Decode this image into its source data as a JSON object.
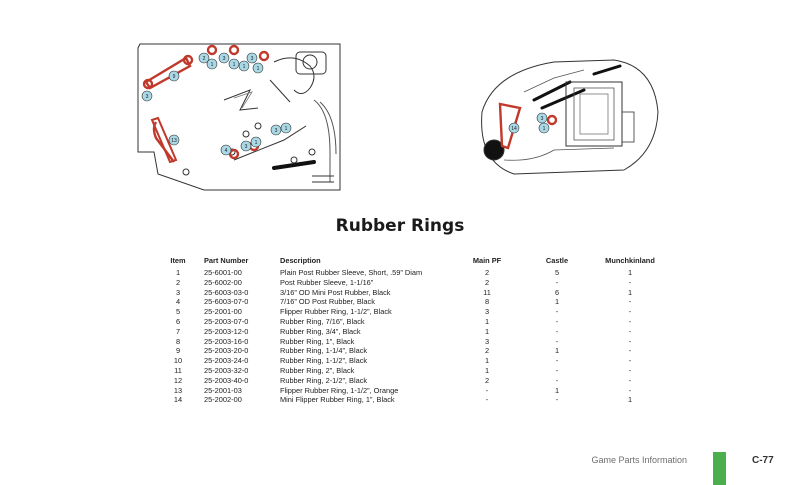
{
  "title": "Rubber Rings",
  "table": {
    "headers": {
      "item": "Item",
      "part_number": "Part Number",
      "description": "Description",
      "main_pf": "Main PF",
      "castle": "Castle",
      "munchkinland": "Munchkinland"
    },
    "rows": [
      {
        "item": "1",
        "part": "25-6001-00",
        "desc": "Plain Post Rubber Sleeve, Short, .59” Diam",
        "main": "2",
        "castle": "5",
        "munch": "1"
      },
      {
        "item": "2",
        "part": "25-6002-00",
        "desc": "Post Rubber Sleeve, 1-1/16”",
        "main": "2",
        "castle": "-",
        "munch": "-"
      },
      {
        "item": "3",
        "part": "25-6003-03-0",
        "desc": "3/16” OD Mini Post Rubber, Black",
        "main": "11",
        "castle": "6",
        "munch": "1"
      },
      {
        "item": "4",
        "part": "25-6003-07-0",
        "desc": "7/16” OD Post Rubber, Black",
        "main": "8",
        "castle": "1",
        "munch": "-"
      },
      {
        "item": "5",
        "part": "25-2001-00",
        "desc": "Flipper Rubber Ring, 1-1/2”, Black",
        "main": "3",
        "castle": "-",
        "munch": "-"
      },
      {
        "item": "6",
        "part": "25-2003-07-0",
        "desc": "Rubber Ring, 7/16”, Black",
        "main": "1",
        "castle": "-",
        "munch": "-"
      },
      {
        "item": "7",
        "part": "25-2003-12-0",
        "desc": "Rubber Ring, 3/4”, Black",
        "main": "1",
        "castle": "-",
        "munch": "-"
      },
      {
        "item": "8",
        "part": "25-2003-16-0",
        "desc": "Rubber Ring, 1”, Black",
        "main": "3",
        "castle": "-",
        "munch": "-"
      },
      {
        "item": "9",
        "part": "25-2003-20-0",
        "desc": "Rubber Ring, 1-1/4”, Black",
        "main": "2",
        "castle": "1",
        "munch": "-"
      },
      {
        "item": "10",
        "part": "25-2003-24-0",
        "desc": "Rubber Ring, 1-1/2”, Black",
        "main": "1",
        "castle": "-",
        "munch": "-"
      },
      {
        "item": "11",
        "part": "25-2003-32-0",
        "desc": "Rubber Ring, 2”, Black",
        "main": "1",
        "castle": "-",
        "munch": "-"
      },
      {
        "item": "12",
        "part": "25-2003-40-0",
        "desc": "Rubber Ring, 2-1/2”, Black",
        "main": "2",
        "castle": "-",
        "munch": "-"
      },
      {
        "item": "13",
        "part": "25-2001-03",
        "desc": "Flipper Rubber Ring, 1-1/2”, Orange",
        "main": "-",
        "castle": "1",
        "munch": "-"
      },
      {
        "item": "14",
        "part": "25-2002-00",
        "desc": "Mini Flipper Rubber Ring, 1”, Black",
        "main": "-",
        "castle": "-",
        "munch": "1"
      }
    ]
  },
  "diagram_callouts": {
    "main_pf": [
      "2",
      "1",
      "3",
      "1",
      "3",
      "1",
      "1",
      "9",
      "3",
      "13",
      "3",
      "1",
      "4",
      "3",
      "1"
    ],
    "castle": [
      "14",
      "3",
      "1"
    ]
  },
  "footer": {
    "section": "Game Parts Information",
    "page": "C-77",
    "accent_color": "#4cae4c"
  },
  "colors": {
    "rubber_highlight": "#c0392b",
    "callout_fill": "#a9d8e6"
  }
}
